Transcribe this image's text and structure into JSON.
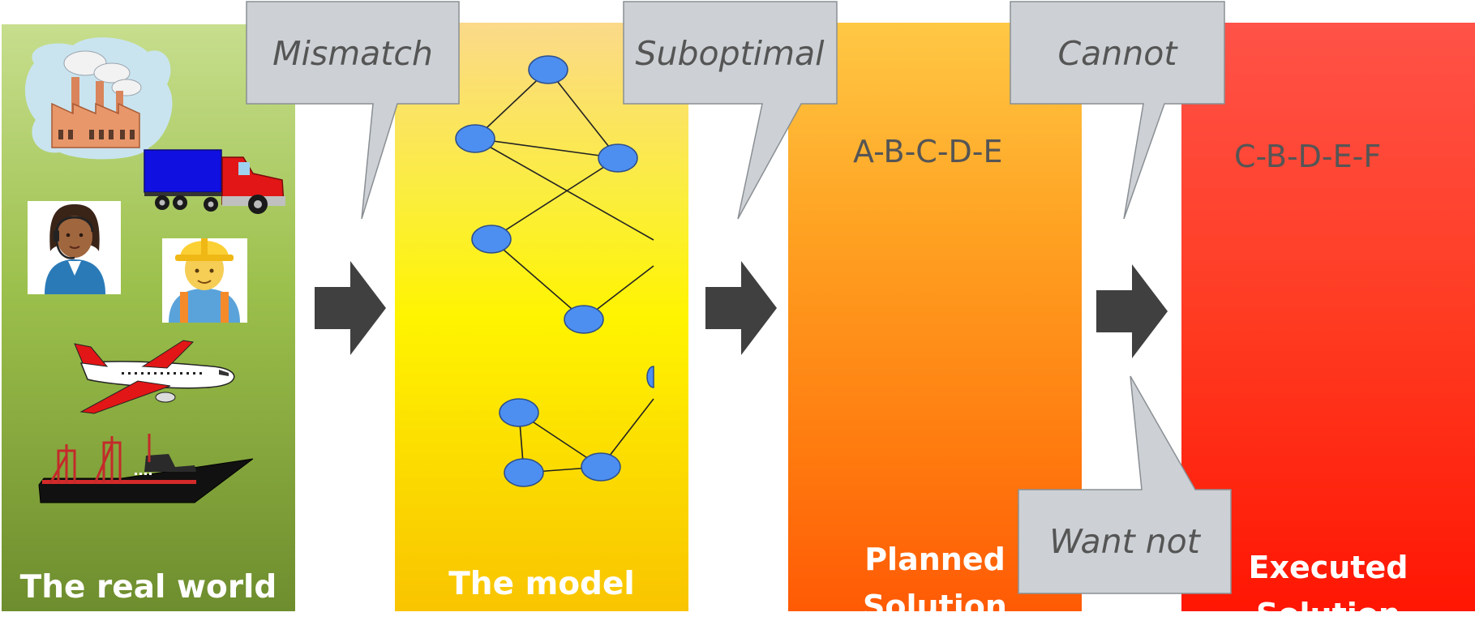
{
  "panels": {
    "real_world": {
      "label": "The real world"
    },
    "model": {
      "label": "The model"
    },
    "planned": {
      "label_line1": "Planned",
      "label_line2": "Solution",
      "sequence": "A-B-C-D-E"
    },
    "executed": {
      "label_line1": "Executed",
      "label_line2": "Solution",
      "sequence": "C-B-D-E-F"
    }
  },
  "callouts": {
    "mismatch": "Mismatch",
    "suboptimal": "Suboptimal",
    "cannot": "Cannot",
    "want_not": "Want not"
  },
  "icons": {
    "real_world": [
      "factory-icon",
      "truck-icon",
      "call-center-agent-icon",
      "construction-worker-icon",
      "airplane-icon",
      "ship-icon"
    ],
    "arrows": [
      "right-arrow-icon",
      "right-arrow-icon",
      "right-arrow-icon"
    ]
  },
  "colors": {
    "arrow": "#404040",
    "callout_fill": "#cdd1d5",
    "node_fill": "#4d8ff0",
    "label_text": "#ffffff",
    "sequence_text": "#555555"
  }
}
